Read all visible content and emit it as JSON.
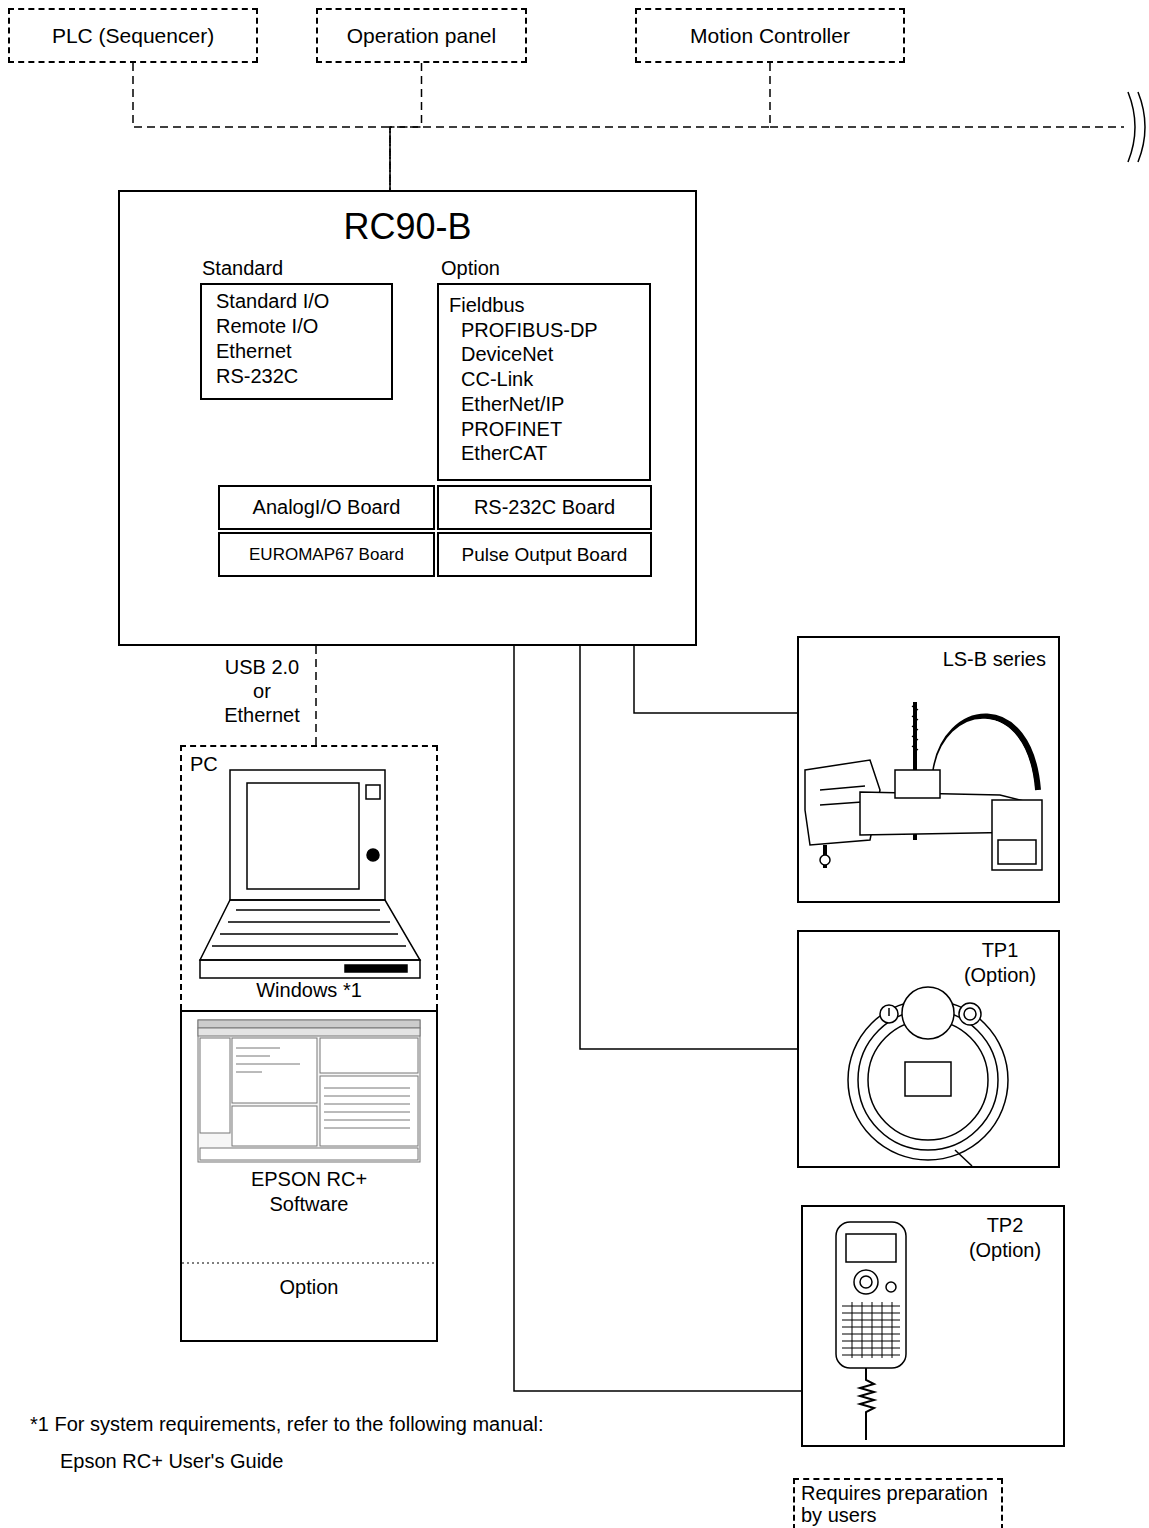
{
  "diagram": {
    "nodes": [
      {
        "text": [
          "PLC (Sequencer)"
        ]
      },
      {
        "text": [
          "Operation panel"
        ]
      },
      {
        "text": [
          "Motion Controller"
        ]
      },
      {
        "text": [
          "RC90-B"
        ]
      },
      {
        "text": [
          "Standard",
          "Standard I/O",
          "Remote I/O",
          "Ethernet",
          "RS-232C"
        ],
        "in": 3
      },
      {
        "text": [
          "Option",
          "Fieldbus",
          "PROFIBUS-DP",
          "DeviceNet",
          "CC-Link",
          "EtherNet/IP",
          "PROFINET",
          "EtherCAT"
        ],
        "in": 3
      },
      {
        "text": [
          "AnalogI/O Board"
        ],
        "in": 3
      },
      {
        "text": [
          "RS-232C Board"
        ],
        "in": 3
      },
      {
        "text": [
          "EUROMAP67 Board"
        ],
        "in": 3
      },
      {
        "text": [
          "Pulse Output Board"
        ],
        "in": 3
      },
      {
        "text": [
          "PC",
          "Windows *1"
        ]
      },
      {
        "text": [
          "EPSON RC+ Software",
          "Option"
        ]
      },
      {
        "text": [
          "LS-B series"
        ]
      },
      {
        "text": [
          "TP1 (Option)"
        ]
      },
      {
        "text": [
          "TP2 (Option)"
        ]
      }
    ],
    "edges": [
      {
        "from": 0,
        "to": 3,
        "arrow": "none"
      },
      {
        "from": 1,
        "to": 3,
        "arrow": "none"
      },
      {
        "from": 2,
        "to": 3,
        "arrow": "none"
      },
      {
        "from": 3,
        "to": 10,
        "label": "USB 2.0 or Ethernet",
        "arrow": "none"
      },
      {
        "from": 3,
        "to": 12,
        "arrow": "none"
      },
      {
        "from": 3,
        "to": 13,
        "arrow": "none"
      },
      {
        "from": 3,
        "to": 14,
        "arrow": "none"
      }
    ],
    "labels": [
      "*1 For system requirements, refer to the following manual:",
      "Epson RC+ User's Guide"
    ],
    "legend": [
      {
        "text": "Requires preparation by users"
      }
    ]
  }
}
